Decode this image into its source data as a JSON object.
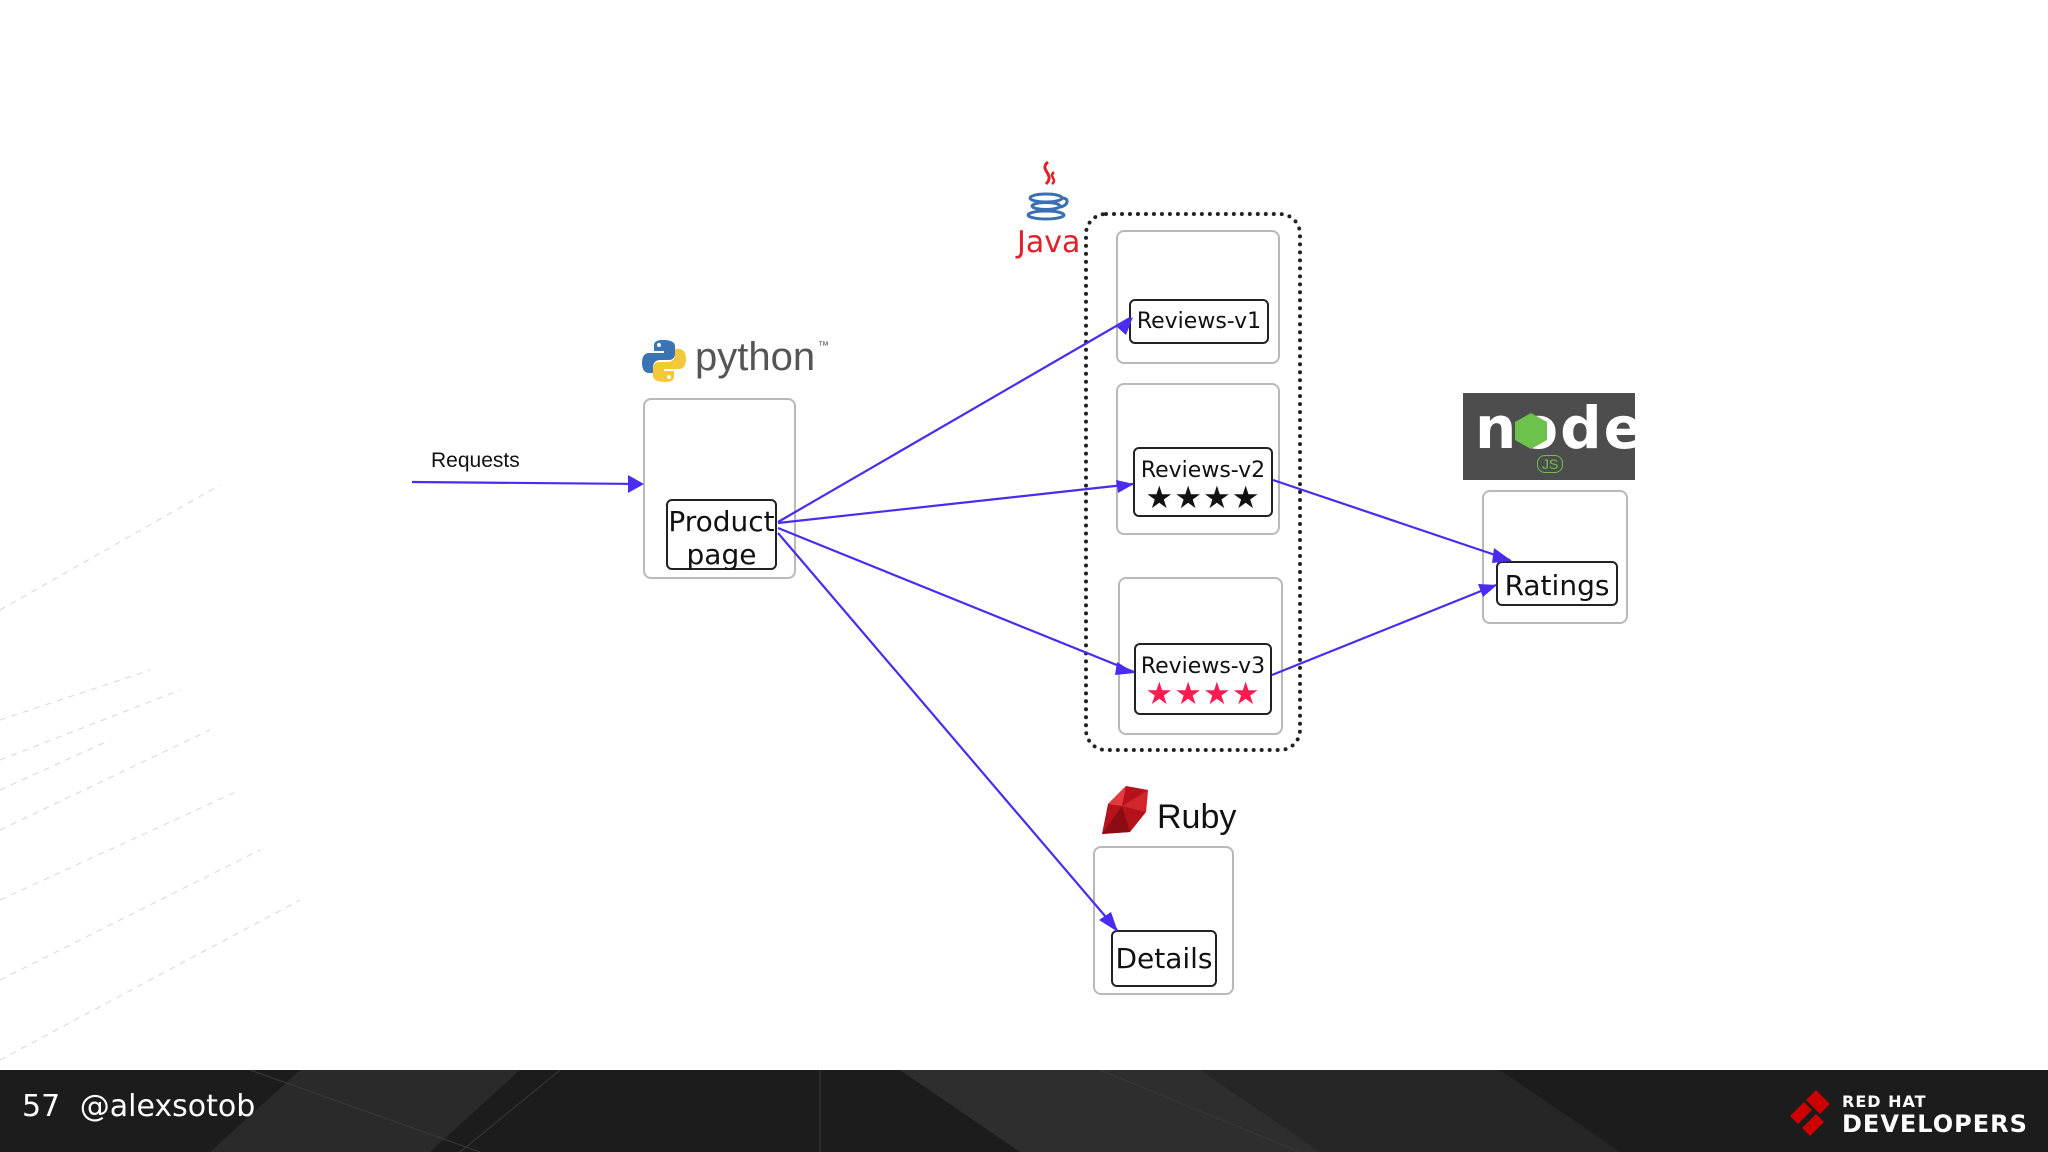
{
  "diagram": {
    "requests_label": "Requests",
    "python_logo_text": "python",
    "python_tm": "™",
    "java_logo_text": "Java",
    "ruby_logo_text": "Ruby",
    "node_logo_text": "node",
    "node_js_badge": "JS",
    "services": {
      "productpage": {
        "line1": "Product",
        "line2": "page"
      },
      "reviews_v1": {
        "label": "Reviews-v1",
        "stars": ""
      },
      "reviews_v2": {
        "label": "Reviews-v2",
        "stars": "★★★★",
        "star_color": "#111111"
      },
      "reviews_v3": {
        "label": "Reviews-v3",
        "stars": "★★★★",
        "star_color": "#ff1a4f"
      },
      "ratings": {
        "label": "Ratings"
      },
      "details": {
        "label": "Details"
      }
    },
    "arrow_color": "#4b2bf0"
  },
  "footer": {
    "slide_number": "57",
    "author": "@alexsotob",
    "brand_top": "RED HAT",
    "brand_bottom": "DEVELOPERS",
    "brand_color": "#cc0000"
  }
}
